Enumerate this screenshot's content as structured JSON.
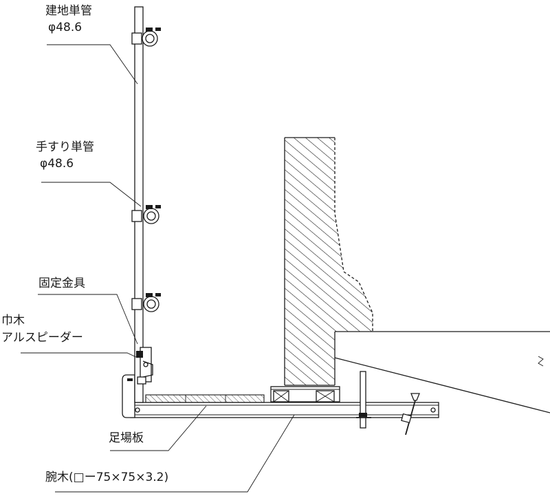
{
  "labels": {
    "post_pipe": "建地単管",
    "post_pipe_dia": "φ48.6",
    "handrail_pipe": "手すり単管",
    "handrail_pipe_dia": "φ48.6",
    "fixing_bracket": "固定金具",
    "toe_board": "巾木",
    "toe_board_product": "アルスピーダー",
    "scaffold_board": "足場板",
    "arm_beam": "腕木(□ー75×75×3.2)"
  },
  "colors": {
    "line": "#1a1a1a",
    "background": "#ffffff"
  }
}
